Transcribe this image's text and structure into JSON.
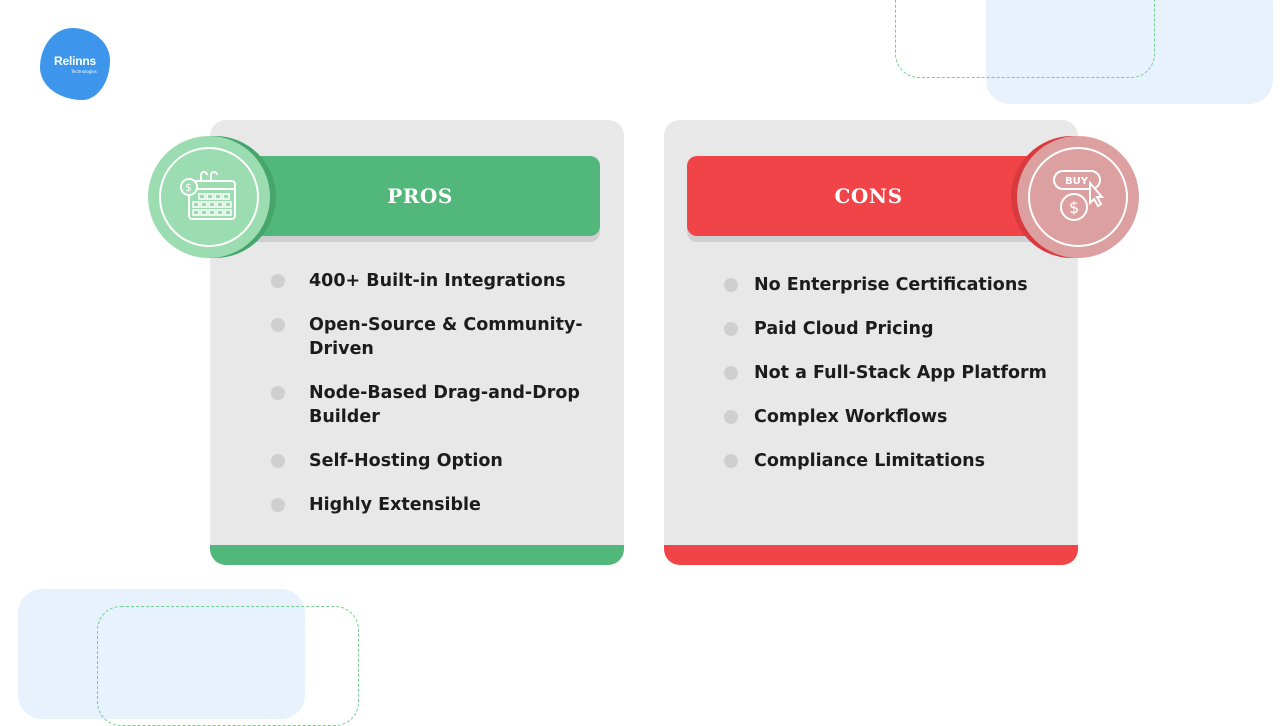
{
  "logo": {
    "name": "Relinns",
    "tagline": "Technologies"
  },
  "pros": {
    "title": "PROS",
    "icon": "calendar-dollar-icon",
    "color": "#52b77a",
    "items": [
      "400+ Built-in Integrations",
      "Open-Source & Community-Driven",
      "Node-Based Drag-and-Drop Builder",
      "Self-Hosting Option",
      "Highly Extensible"
    ]
  },
  "cons": {
    "title": "CONS",
    "icon": "buy-dollar-icon",
    "icon_text": "BUY",
    "color": "#f04448",
    "items": [
      "No Enterprise Certifications",
      "Paid Cloud Pricing",
      "Not a Full-Stack App Platform",
      "Complex Workflows",
      "Compliance Limitations"
    ]
  }
}
